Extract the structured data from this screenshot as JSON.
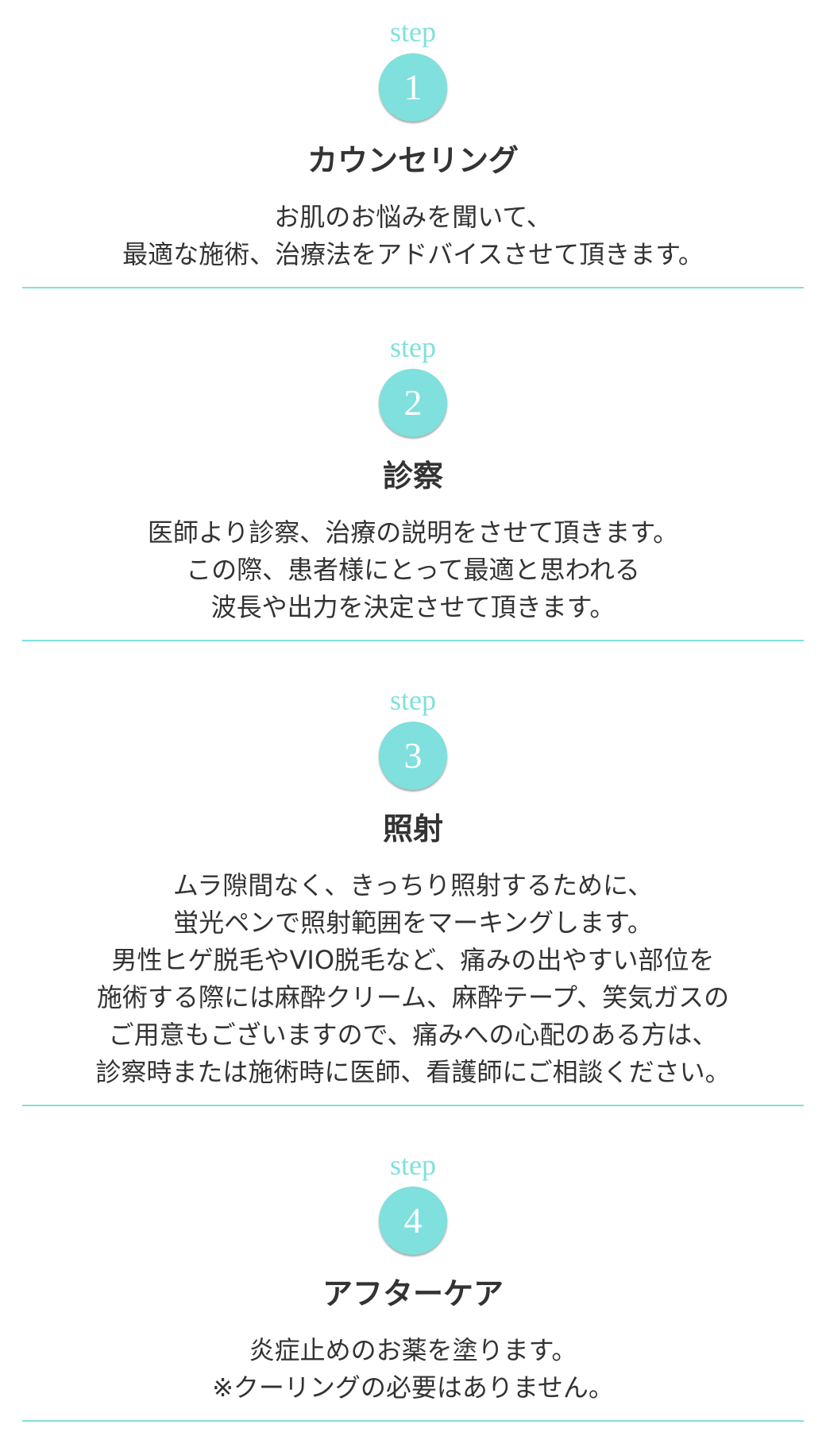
{
  "steps": [
    {
      "label": "step",
      "number": "1",
      "title": "カウンセリング",
      "lines": [
        "お肌のお悩みを聞いて、",
        "最適な施術、治療法をアドバイスさせて頂きます。"
      ]
    },
    {
      "label": "step",
      "number": "2",
      "title": "診察",
      "lines": [
        "医師より診察、治療の説明をさせて頂きます。",
        "この際、患者様にとって最適と思われる",
        "波長や出力を決定させて頂きます。"
      ]
    },
    {
      "label": "step",
      "number": "3",
      "title": "照射",
      "lines": [
        "ムラ隙間なく、きっちり照射するために、",
        "蛍光ペンで照射範囲をマーキングします。",
        "男性ヒゲ脱毛やVIO脱毛など、痛みの出やすい部位を",
        "施術する際には麻酔クリーム、麻酔テープ、笑気ガスの",
        "ご用意もございますので、痛みへの心配のある方は、",
        "診察時または施術時に医師、看護師にご相談ください。"
      ]
    },
    {
      "label": "step",
      "number": "4",
      "title": "アフターケア",
      "lines": [
        "炎症止めのお薬を塗ります。",
        "※クーリングの必要はありません。"
      ]
    }
  ],
  "colors": {
    "accent": "#7fe0dd",
    "text": "#333333"
  }
}
